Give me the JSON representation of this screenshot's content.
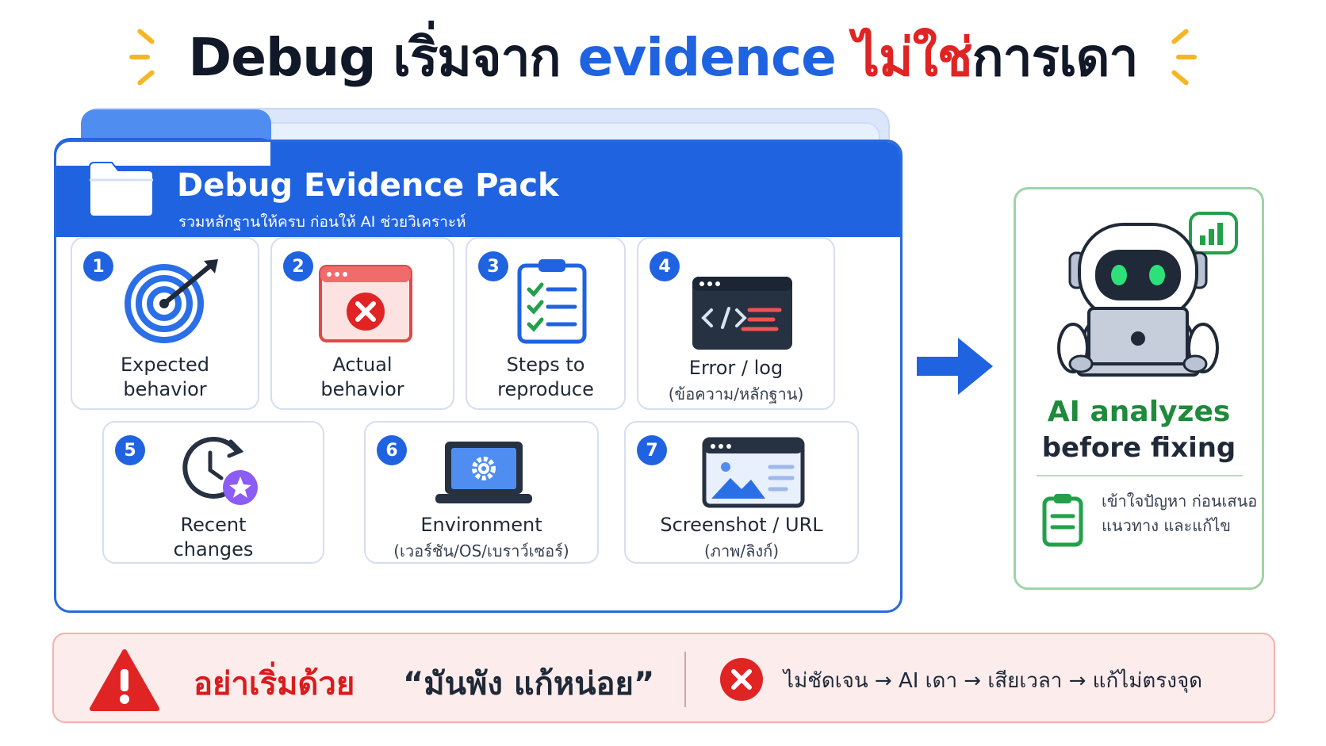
{
  "title": {
    "part1": "Debug เริ่มจาก ",
    "part2": "evidence",
    "part3": "ไม่ใช่",
    "part4": "การเดา"
  },
  "pack": {
    "title": "Debug Evidence Pack",
    "subtitle": "รวมหลักฐานให้ครบ ก่อนให้ AI ช่วยวิเคราะห์"
  },
  "items": [
    {
      "num": "1",
      "line1": "Expected",
      "line2": "behavior",
      "sub": "",
      "icon": "target-icon"
    },
    {
      "num": "2",
      "line1": "Actual",
      "line2": "behavior",
      "sub": "",
      "icon": "error-window-icon"
    },
    {
      "num": "3",
      "line1": "Steps to",
      "line2": "reproduce",
      "sub": "",
      "icon": "checklist-icon"
    },
    {
      "num": "4",
      "line1": "Error / log",
      "line2": "",
      "sub": "(ข้อความ/หลักฐาน)",
      "icon": "terminal-icon"
    },
    {
      "num": "5",
      "line1": "Recent",
      "line2": "changes",
      "sub": "",
      "icon": "clock-star-icon"
    },
    {
      "num": "6",
      "line1": "Environment",
      "line2": "",
      "sub": "(เวอร์ชัน/OS/เบราว์เซอร์)",
      "icon": "laptop-gear-icon"
    },
    {
      "num": "7",
      "line1": "Screenshot / URL",
      "line2": "",
      "sub": "(ภาพ/ลิงก์)",
      "icon": "screenshot-icon"
    }
  ],
  "ai": {
    "title1": "AI analyzes",
    "title2": "before fixing",
    "note": "เข้าใจปัญหา ก่อนเสนอแนวทาง และแก้ไข"
  },
  "warning": {
    "head": "อย่าเริ่มด้วย",
    "quote": "“มันพัง แก้หน่อย”",
    "flow": "ไม่ชัดเจน → AI เดา → เสียเวลา → แก้ไม่ตรงจุด"
  },
  "colors": {
    "primary_blue": "#1f63e0",
    "red": "#e02424",
    "green": "#1f8a3b",
    "accent_yellow": "#f5b623"
  }
}
